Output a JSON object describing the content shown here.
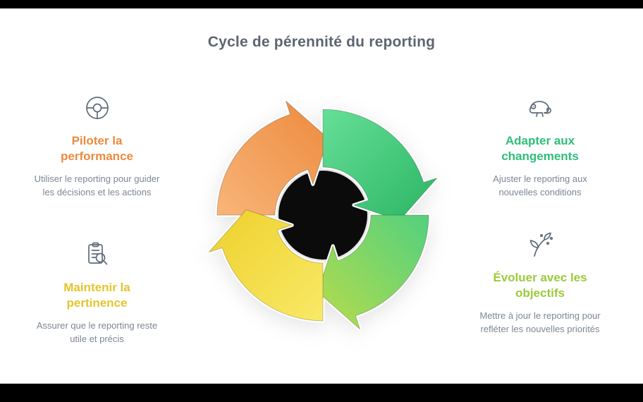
{
  "title": {
    "text": "Cycle de pérennité du reporting",
    "color": "#5d6570"
  },
  "items": [
    {
      "icon": "steering-wheel-icon",
      "title": "Piloter la performance",
      "description": "Utiliser le reporting pour guider les décisions et les actions",
      "color": "#ed8a3f"
    },
    {
      "icon": "chameleon-icon",
      "title": "Adapter aux changements",
      "description": "Ajuster le reporting aux nouvelles conditions",
      "color": "#2fbe78"
    },
    {
      "icon": "clipboard-search-icon",
      "title": "Maintenir la pertinence",
      "description": "Assurer que le reporting reste utile et précis",
      "color": "#e3c52c"
    },
    {
      "icon": "sprout-growth-icon",
      "title": "Évoluer avec les objectifs",
      "description": "Mettre à jour le reporting pour refléter les nouvelles priorités",
      "color": "#9aca3b"
    }
  ],
  "cycle": {
    "center_color": "#0b0b0b",
    "arrows": [
      {
        "name": "orange",
        "from": "#f8b579",
        "to": "#ed8a3d"
      },
      {
        "name": "green",
        "from": "#66df97",
        "to": "#2ab564"
      },
      {
        "name": "lime",
        "from": "#52d07f",
        "to": "#b8dc4a"
      },
      {
        "name": "yellow",
        "from": "#f9e968",
        "to": "#eed02b"
      }
    ]
  }
}
